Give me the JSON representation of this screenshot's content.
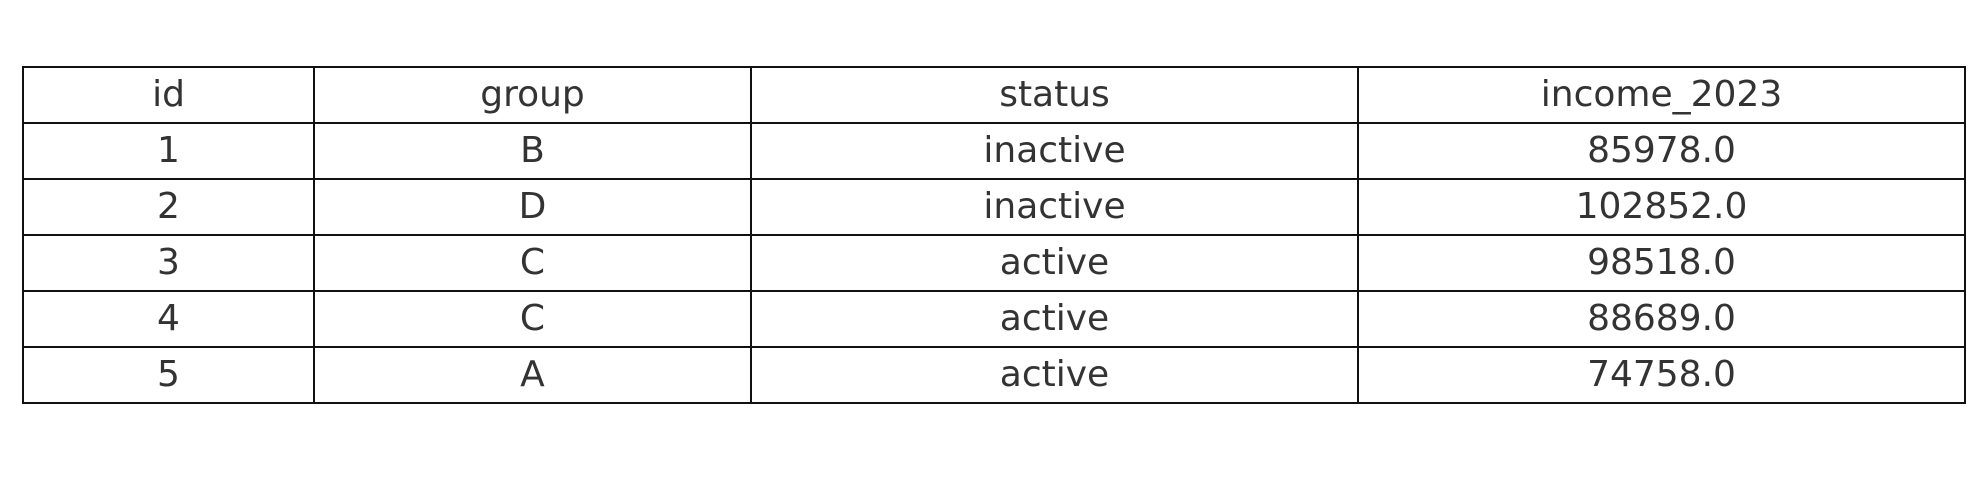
{
  "chart_data": {
    "type": "table",
    "columns": [
      "id",
      "group",
      "status",
      "income_2023"
    ],
    "rows": [
      [
        "1",
        "B",
        "inactive",
        "85978.0"
      ],
      [
        "2",
        "D",
        "inactive",
        "102852.0"
      ],
      [
        "3",
        "C",
        "active",
        "98518.0"
      ],
      [
        "4",
        "C",
        "active",
        "88689.0"
      ],
      [
        "5",
        "A",
        "active",
        "74758.0"
      ]
    ]
  },
  "colors": {
    "text": "#333333",
    "border": "#111111",
    "background": "#ffffff"
  }
}
